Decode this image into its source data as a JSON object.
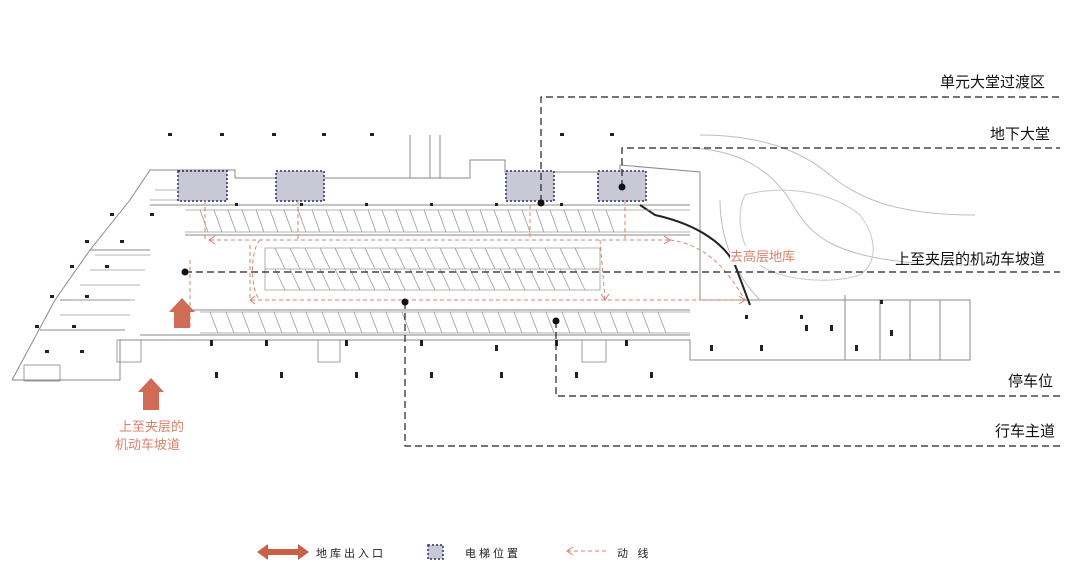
{
  "callouts": {
    "unit_lobby_transition": "单元大堂过渡区",
    "underground_lobby": "地下大堂",
    "ramp_to_mezzanine": "上至夹层的机动车坡道",
    "parking_space": "停车位",
    "main_driveway": "行车主道"
  },
  "annotations": {
    "to_highrise_garage": "去高层地库",
    "ramp_left_line1": "上至夹层的",
    "ramp_left_line2": "机动车坡道"
  },
  "legend": {
    "entrance": "地库出入口",
    "elevator": "电梯位置",
    "circulation": "动  线"
  },
  "colors": {
    "accent_red": "#d9826a",
    "arrow_red": "#c9604a",
    "elevator_fill": "#c9c9d6",
    "elevator_border": "#2b2b6b",
    "line": "#222222",
    "plan_line": "#8a8a8a"
  }
}
